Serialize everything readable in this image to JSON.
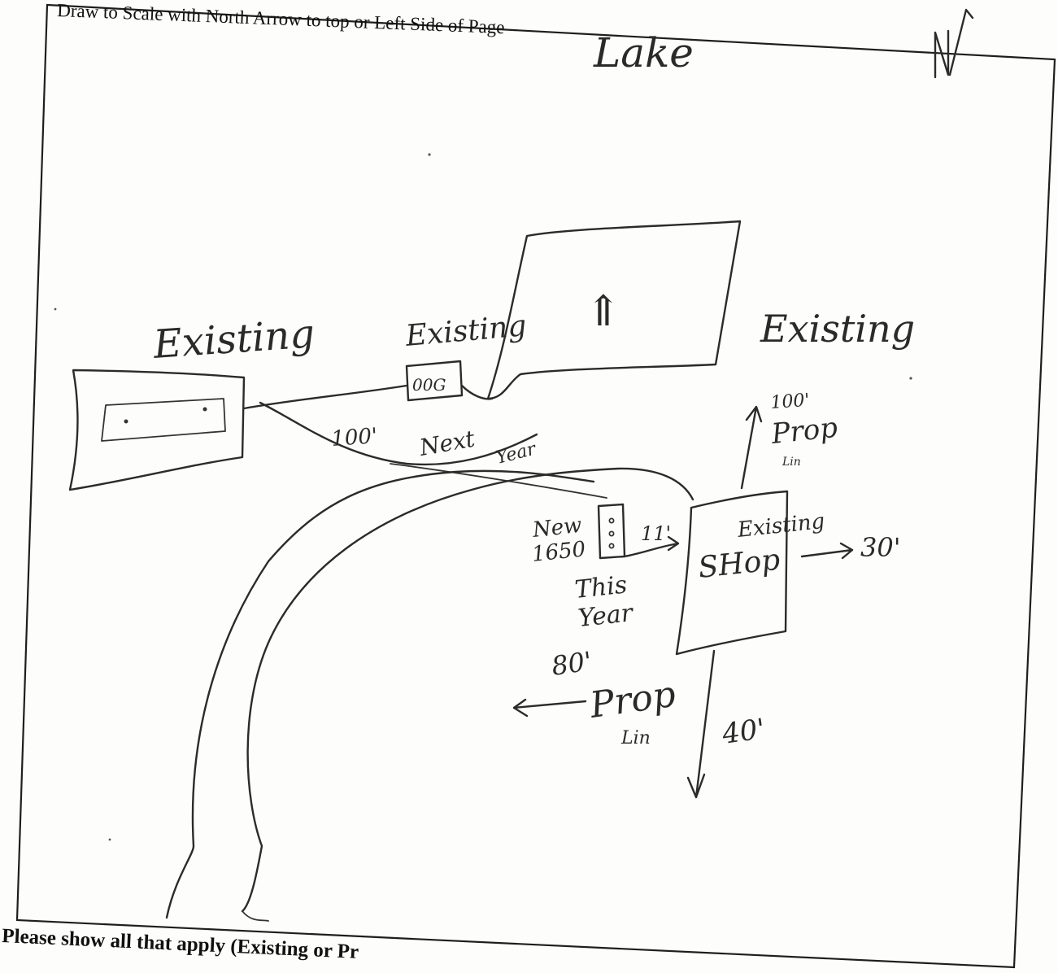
{
  "header": {
    "instruction": "Draw to Scale with North Arrow to top or Left Side of Page"
  },
  "footer": {
    "instruction": "Please show all that apply (Existing or Pr"
  },
  "sketch": {
    "north": "N",
    "lake": "Lake",
    "existing_left": "Existing",
    "existing_mid": "Existing",
    "existing_right": "Existing",
    "box_label": "00G",
    "dim_100": "100'",
    "next_label": "Next",
    "year_label": "Year",
    "new_label": "New",
    "new_number": "1650",
    "eleven": "11'",
    "shop_existing": "Existing",
    "shop": "SHop",
    "thirty": "30'",
    "this_label": "This",
    "year2_label": "Year",
    "eighty": "80'",
    "prop_lower": "Prop",
    "lin_lower": "Lin",
    "forty": "40'",
    "hundred_prop_dim": "100'",
    "prop_upper": "Prop",
    "lin_upper": "Lin",
    "house_mark": "⇑"
  }
}
